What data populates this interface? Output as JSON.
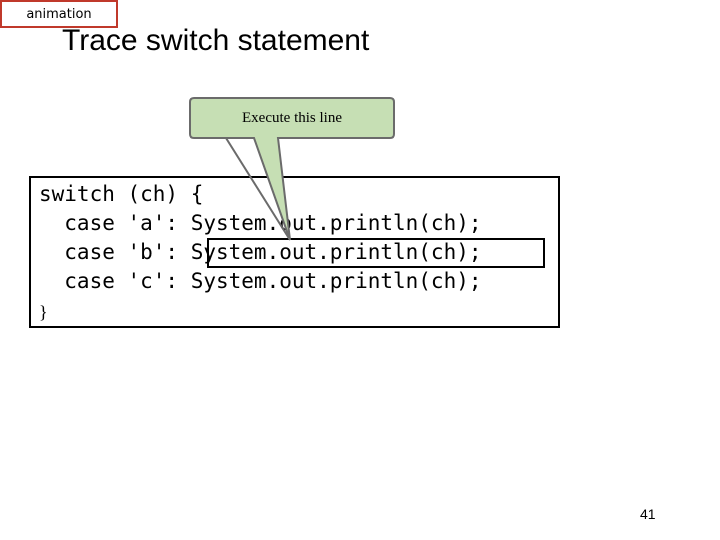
{
  "animation_tag": "animation",
  "title": "Trace switch statement",
  "callout": "Execute this line",
  "code": {
    "lines": [
      "switch (ch) {",
      "  case 'a': System.out.println(ch);",
      "  case 'b': System.out.println(ch);",
      "  case 'c': System.out.println(ch);"
    ],
    "closing": "}"
  },
  "page_number": "41",
  "colors": {
    "callout_fill": "#c6dfb4",
    "tag_border": "#c0392b",
    "highlight_border": "#000000"
  }
}
